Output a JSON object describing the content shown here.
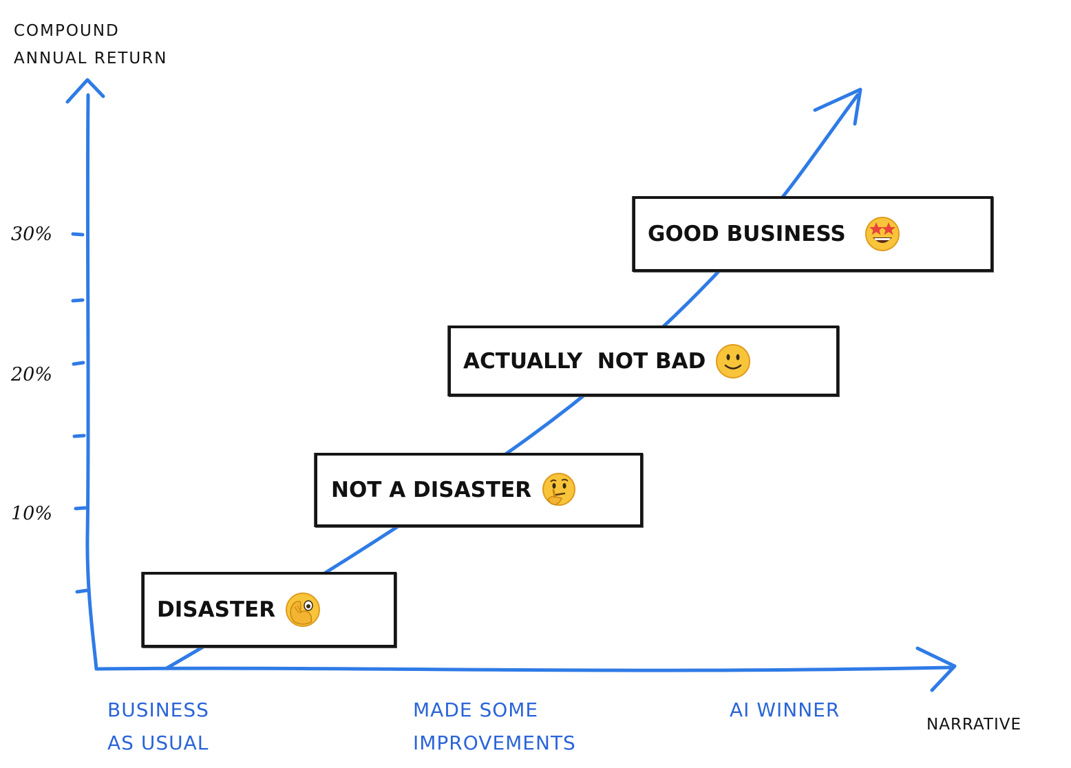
{
  "diagram": {
    "y_axis_label": [
      "COMPOUND",
      "ANNUAL RETURN"
    ],
    "x_axis_label": "NARRATIVE",
    "y_ticks": [
      "30%",
      "20%",
      "10%"
    ],
    "x_categories": [
      {
        "line1": "BUSINESS",
        "line2": "AS USUAL"
      },
      {
        "line1": "MADE SOME",
        "line2": "IMPROVEMENTS"
      },
      {
        "line1": "AI WINNER",
        "line2": ""
      }
    ],
    "outcomes": [
      {
        "label": "DISASTER",
        "emoji": "face-with-open-eyes-and-hand-over-mouth-icon"
      },
      {
        "label": "NOT A DISASTER",
        "emoji": "thinking-face-icon"
      },
      {
        "label": "ACTUALLY  NOT BAD",
        "emoji": "slightly-smiling-face-icon"
      },
      {
        "label": "GOOD BUSINESS",
        "emoji": "star-struck-face-icon"
      }
    ],
    "colors": {
      "axis": "#2f7be6",
      "category_text": "#2a64d8",
      "box_border": "#151515",
      "emoji_yellow": "#f8c53a"
    }
  }
}
